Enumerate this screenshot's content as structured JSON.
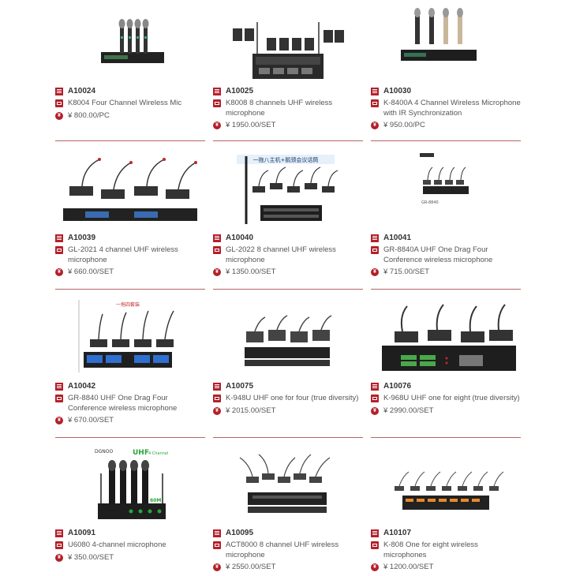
{
  "products": [
    {
      "code": "A10024",
      "name": "K8004 Four Channel Wireless Mic",
      "price": "¥ 800.00/PC",
      "icon": "handheld-mic-system"
    },
    {
      "code": "A10025",
      "name": "K8008 8 channels UHF wireless microphone",
      "price": "¥ 1950.00/SET",
      "icon": "lavalier-mic-system"
    },
    {
      "code": "A10030",
      "name": "K-8400A 4 Channel Wireless Microphone with IR Synchronization",
      "price": "¥ 950.00/PC",
      "icon": "handheld-mic-system"
    },
    {
      "code": "A10039",
      "name": "GL-2021 4 channel UHF wireless microphone",
      "price": "¥ 660.00/SET",
      "icon": "conference-mic-system"
    },
    {
      "code": "A10040",
      "name": "GL-2022 8 channel UHF wireless microphone",
      "price": "¥ 1350.00/SET",
      "icon": "conference-mic-system",
      "banner": "一拖八主机+鹅颈会议话筒"
    },
    {
      "code": "A10041",
      "name": "GR-8840A UHF One Drag Four Conference wireless microphone",
      "price": "¥ 715.00/SET",
      "icon": "conference-mic-system",
      "caption": "GR-8840"
    },
    {
      "code": "A10042",
      "name": "GR-8840 UHF One Drag Four Conference wireless microphone",
      "price": "¥ 670.00/SET",
      "icon": "conference-mic-system",
      "banner": "一拖四套装"
    },
    {
      "code": "A10075",
      "name": "K-948U UHF one for four (true diversity)",
      "price": "¥ 2015.00/SET",
      "icon": "conference-mic-system"
    },
    {
      "code": "A10076",
      "name": "K-968U UHF one for eight (true diversity)",
      "price": "¥ 2990.00/SET",
      "icon": "conference-mic-system"
    },
    {
      "code": "A10091",
      "name": "U6080 4-channel microphone",
      "price": "¥ 350.00/SET",
      "icon": "handheld-mic-system",
      "brand": "DGNOO",
      "badge": "UHF",
      "badge_sub": "4 Channel",
      "range": "60M"
    },
    {
      "code": "A10095",
      "name": "ACT8000 8 channel UHF wireless microphone",
      "price": "¥ 2550.00/SET",
      "icon": "conference-mic-system"
    },
    {
      "code": "A10107",
      "name": "K-808 One for eight wireless microphones",
      "price": "¥ 1200.00/SET",
      "icon": "conference-mic-system"
    }
  ]
}
